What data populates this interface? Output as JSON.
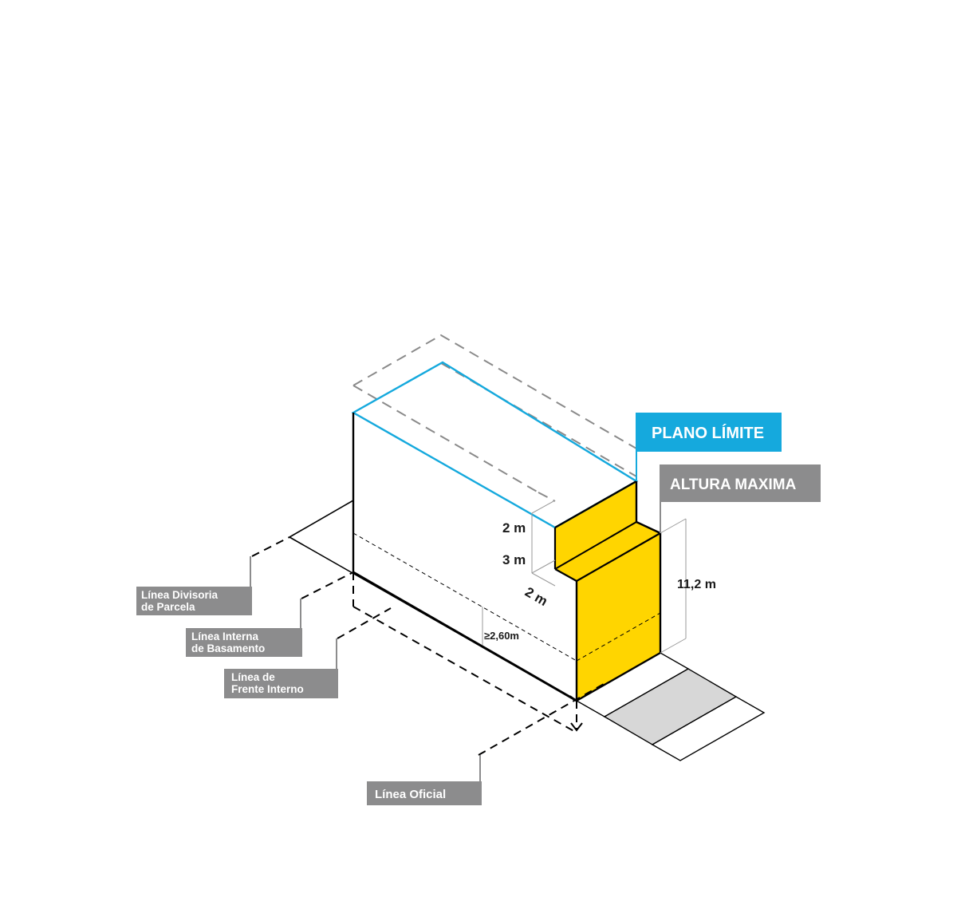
{
  "diagram": {
    "title": "",
    "callouts": {
      "plano_limite": "PLANO LÍMITE",
      "altura_maxima": "ALTURA MAXIMA"
    },
    "left_labels": {
      "linea_divisoria": [
        "Línea Divisoria",
        "de Parcela"
      ],
      "linea_interna": [
        "Línea Interna",
        "de Basamento"
      ],
      "linea_frente": [
        "Línea de",
        "Frente Interno"
      ],
      "linea_oficial": "Línea Oficial"
    },
    "dimensions": {
      "setback_upper": "2 m",
      "setback_height": "3 m",
      "setback_depth": "2 m",
      "total_height": "11,2 m",
      "basement_height": "≥2,60m"
    },
    "colors": {
      "callout_blue": "#15a9dd",
      "callout_gray": "#8c8c8d",
      "facade_yellow": "#ffd500",
      "sidewalk_gray": "#d7d7d7",
      "line_black": "#000000",
      "guide_gray": "#9a9a9a"
    }
  }
}
